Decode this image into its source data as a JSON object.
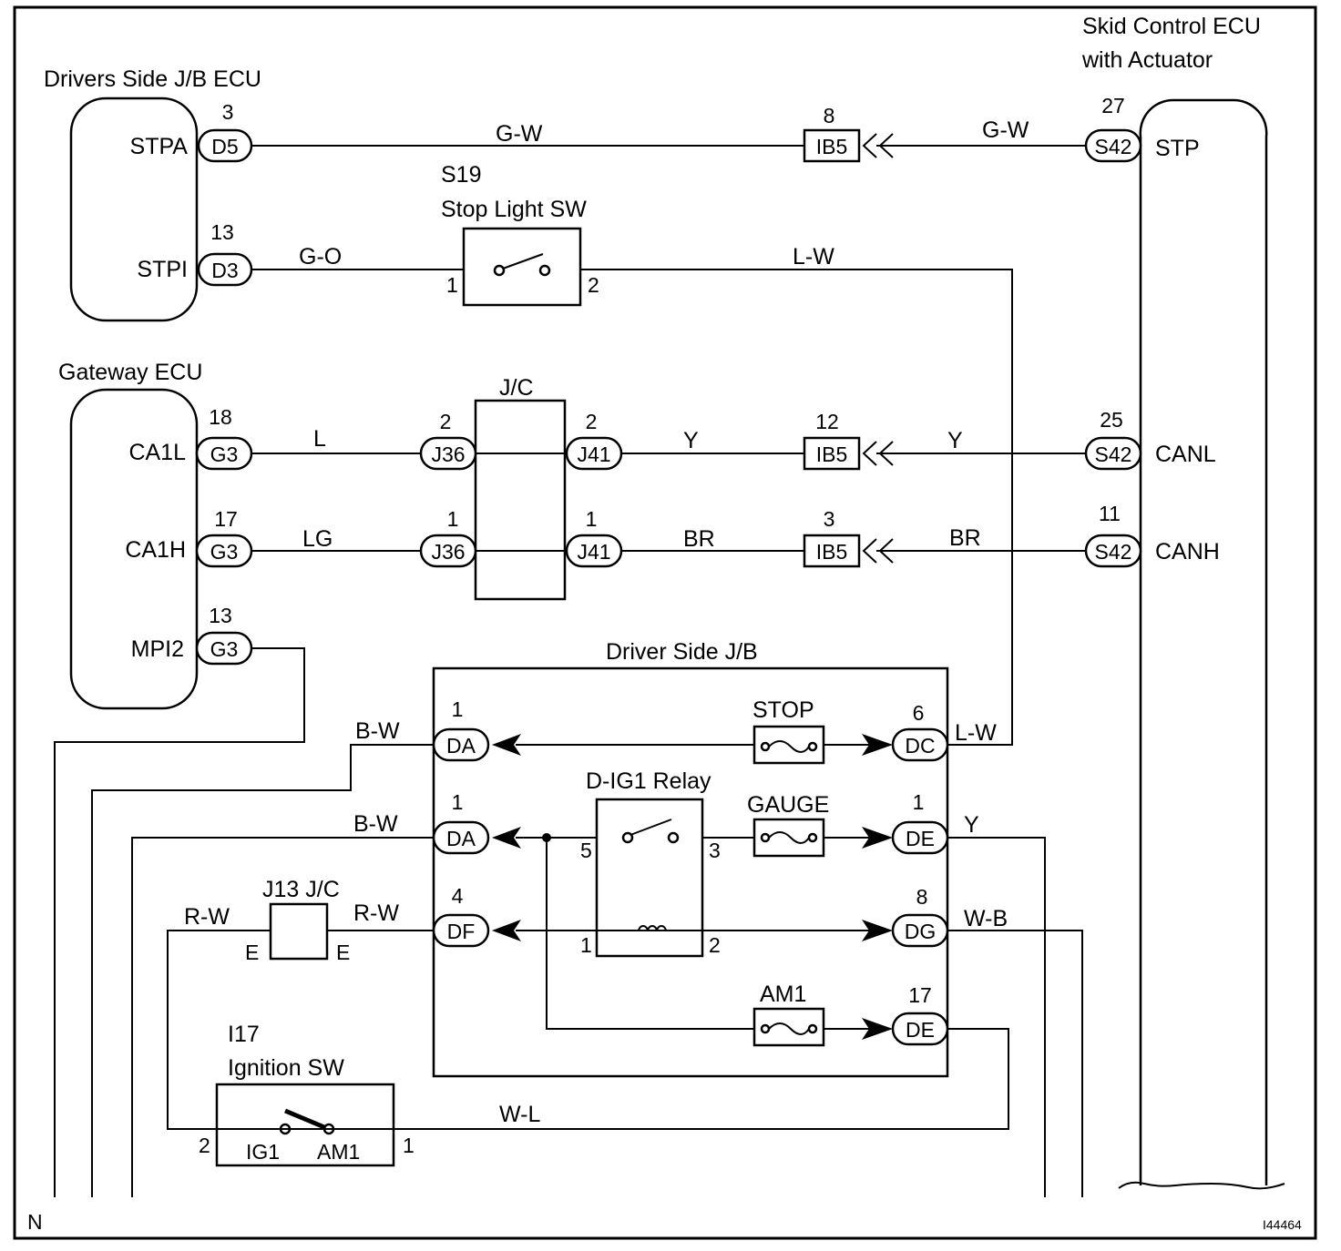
{
  "components": {
    "skid_ecu": {
      "title_1": "Skid Control ECU",
      "title_2": "with Actuator",
      "pins": {
        "stp": "STP",
        "canl": "CANL",
        "canh": "CANH"
      }
    },
    "jb_ecu": {
      "title": "Drivers Side J/B ECU",
      "pins": {
        "stpa": "STPA",
        "stpi": "STPI"
      }
    },
    "gateway_ecu": {
      "title": "Gateway ECU",
      "pins": {
        "ca1l": "CA1L",
        "ca1h": "CA1H",
        "mpi2": "MPI2"
      }
    },
    "stop_sw": {
      "code": "S19",
      "name": "Stop Light SW",
      "pin1": "1",
      "pin2": "2"
    },
    "jc": {
      "name": "J/C"
    },
    "driver_jb": {
      "name": "Driver Side J/B"
    },
    "relay": {
      "name": "D-IG1 Relay",
      "p5": "5",
      "p3": "3",
      "p1": "1",
      "p2": "2"
    },
    "fuses": {
      "stop": "STOP",
      "gauge": "GAUGE",
      "am1": "AM1"
    },
    "j13": {
      "name": "J13 J/C",
      "e_left": "E",
      "e_right": "E"
    },
    "ign_sw": {
      "code": "I17",
      "name": "Ignition SW",
      "ig1": "IG1",
      "am1": "AM1",
      "pin2": "2",
      "pin1": "1"
    }
  },
  "connectors": {
    "d5": {
      "code": "D5",
      "pin": "3"
    },
    "d3": {
      "code": "D3",
      "pin": "13"
    },
    "ib5_stp": {
      "code": "IB5",
      "pin": "8"
    },
    "s42_stp": {
      "code": "S42",
      "pin": "27"
    },
    "g3_l": {
      "code": "G3",
      "pin": "18"
    },
    "g3_h": {
      "code": "G3",
      "pin": "17"
    },
    "g3_m": {
      "code": "G3",
      "pin": "13"
    },
    "j36_a": {
      "code": "J36",
      "pin": "2"
    },
    "j36_b": {
      "code": "J36",
      "pin": "1"
    },
    "j41_a": {
      "code": "J41",
      "pin": "2"
    },
    "j41_b": {
      "code": "J41",
      "pin": "1"
    },
    "ib5_l": {
      "code": "IB5",
      "pin": "12"
    },
    "ib5_h": {
      "code": "IB5",
      "pin": "3"
    },
    "s42_l": {
      "code": "S42",
      "pin": "25"
    },
    "s42_h": {
      "code": "S42",
      "pin": "11"
    },
    "da_1": {
      "code": "DA",
      "pin": "1"
    },
    "da_2": {
      "code": "DA",
      "pin": "1"
    },
    "df": {
      "code": "DF",
      "pin": "4"
    },
    "dc": {
      "code": "DC",
      "pin": "6"
    },
    "de_1": {
      "code": "DE",
      "pin": "1"
    },
    "dg": {
      "code": "DG",
      "pin": "8"
    },
    "de_2": {
      "code": "DE",
      "pin": "17"
    }
  },
  "wires": {
    "gw_left": "G-W",
    "gw_right": "G-W",
    "go": "G-O",
    "lw_top": "L-W",
    "lw_dc": "L-W",
    "l": "L",
    "y_mid": "Y",
    "y_right": "Y",
    "lg": "LG",
    "br_mid": "BR",
    "br_right": "BR",
    "bw_1": "B-W",
    "bw_2": "B-W",
    "rw_left": "R-W",
    "rw_right": "R-W",
    "y_de": "Y",
    "wb": "W-B",
    "wl": "W-L"
  },
  "footer": {
    "left": "N",
    "right": "I44464"
  }
}
